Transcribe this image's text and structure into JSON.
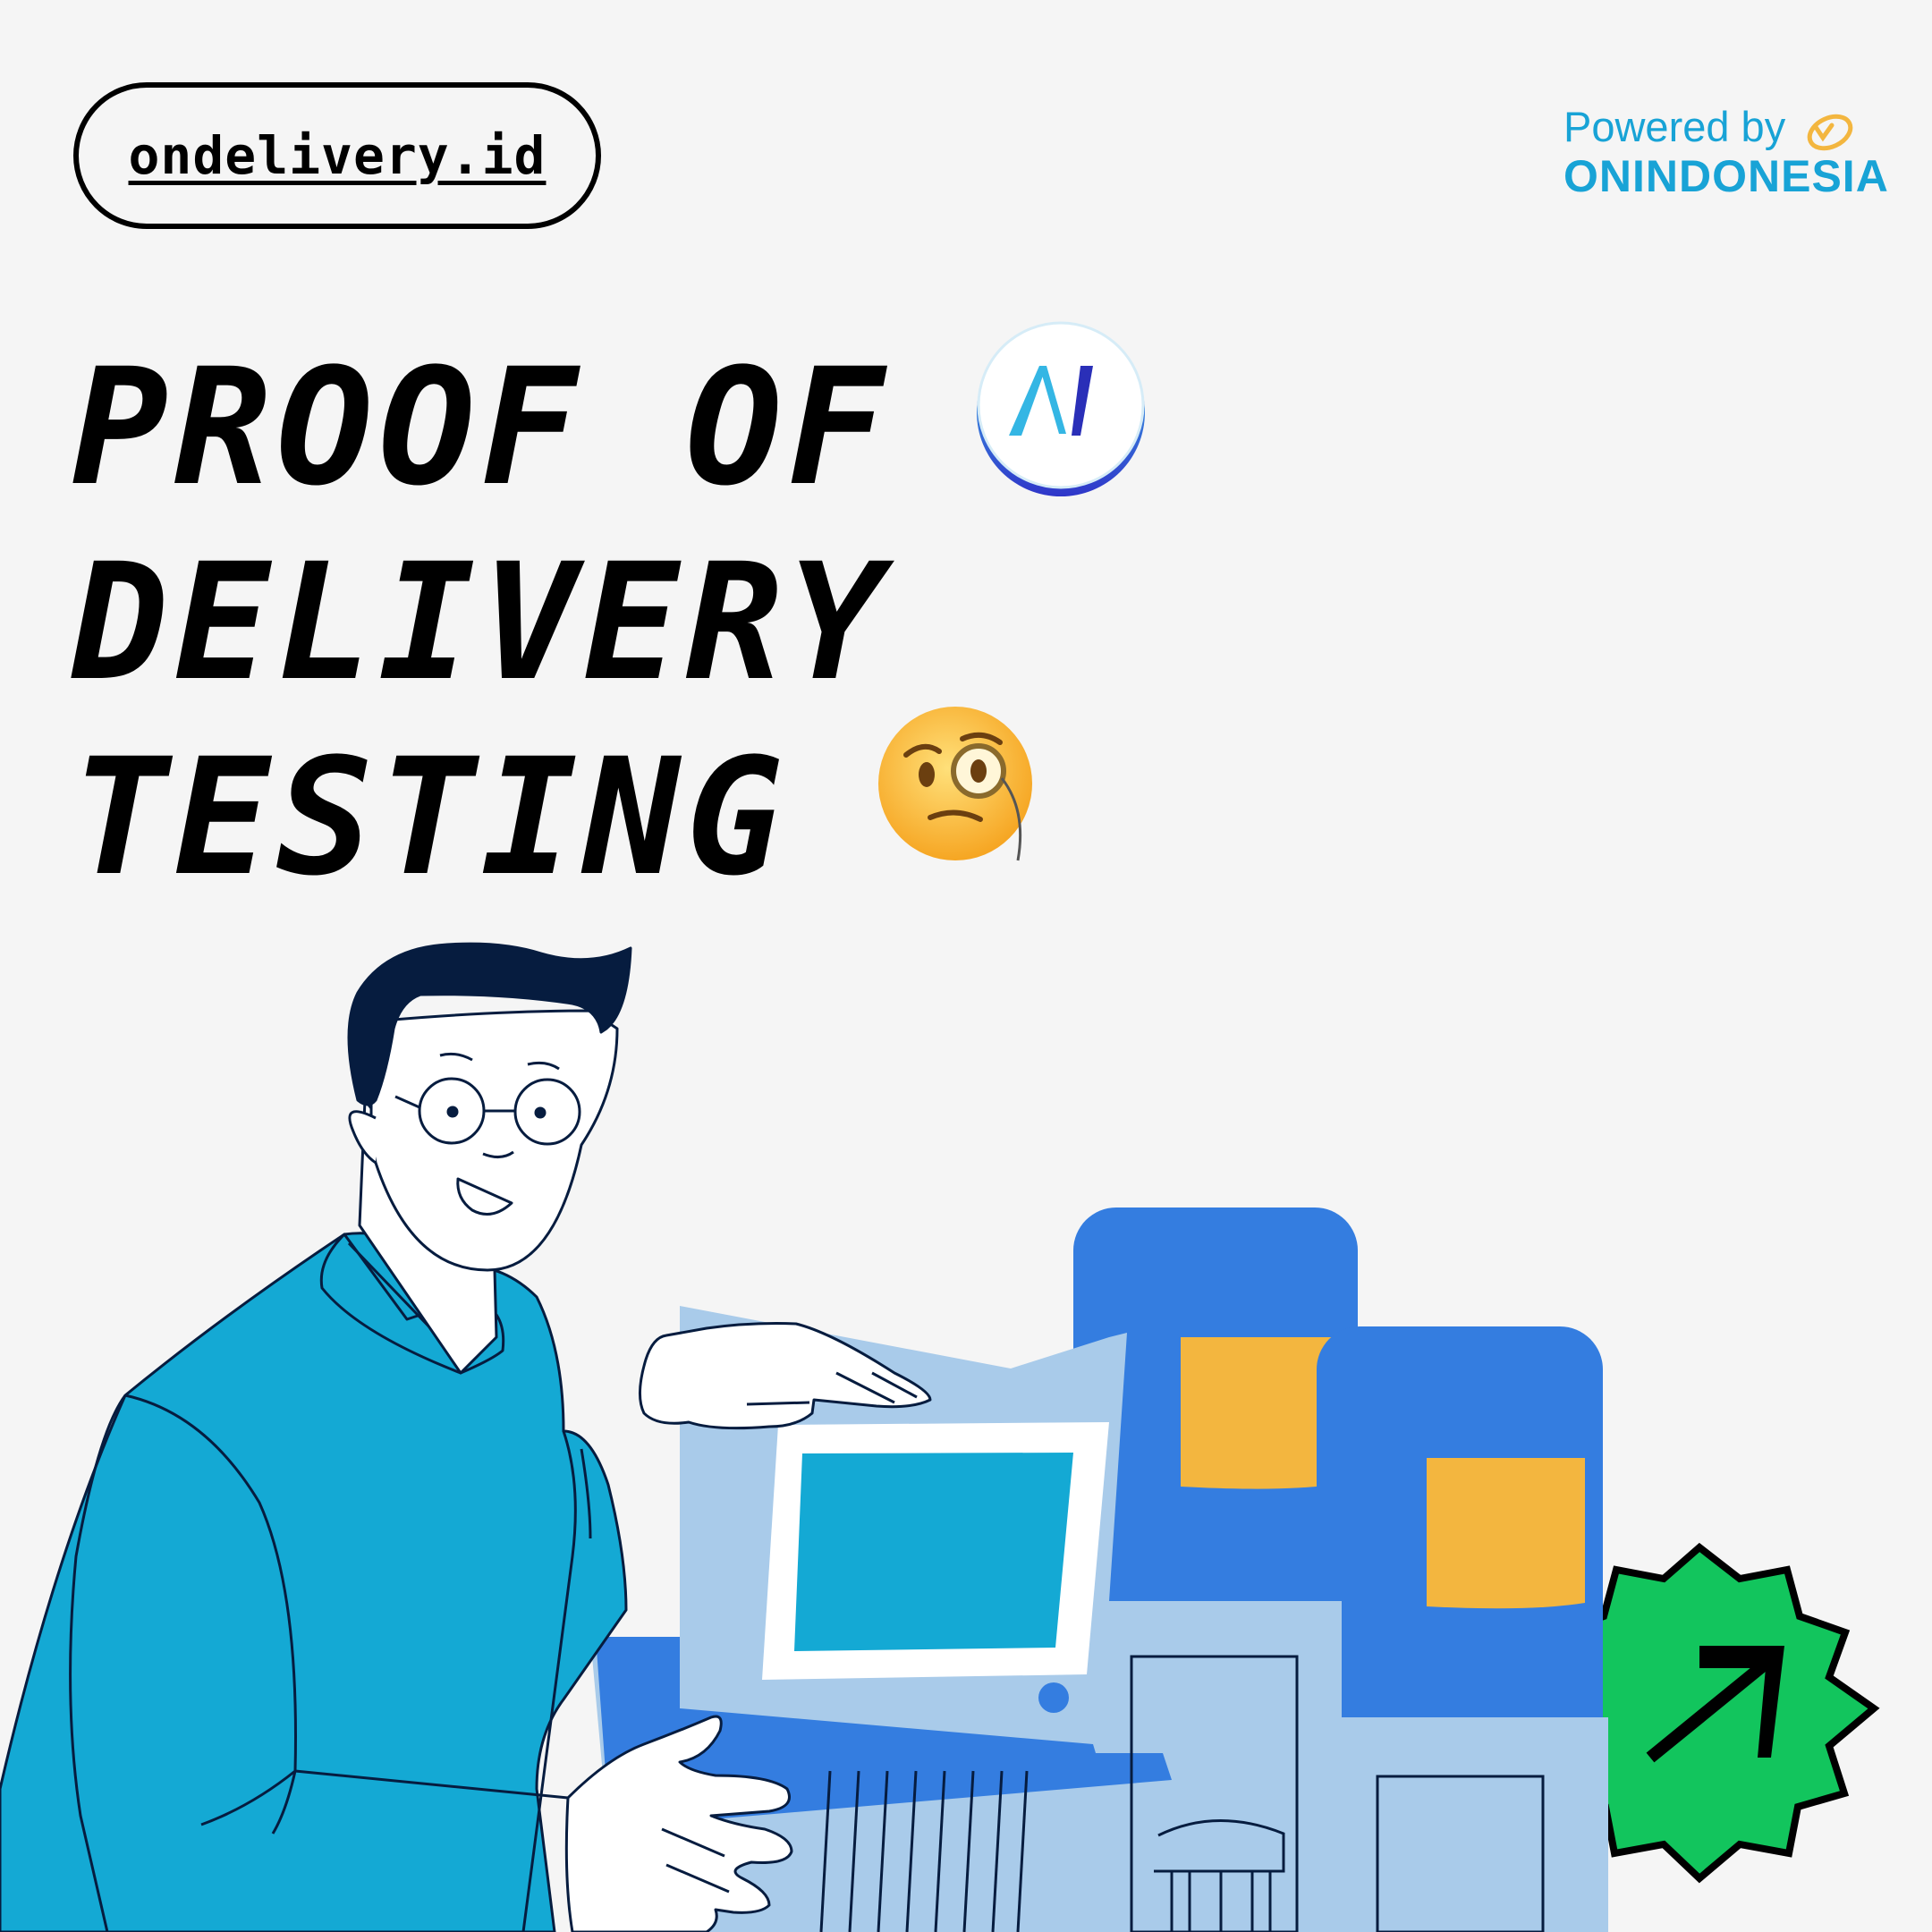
{
  "header": {
    "site_link": "ondelivery.id",
    "powered_by_label": "Powered by",
    "powered_by_brand": "ONINDONESIA"
  },
  "title": {
    "line1": "PROOF OF",
    "line2": "DELIVERY",
    "line3": "TESTING"
  },
  "icons": {
    "brand_logo": "ondelivery-logo-icon",
    "emoji": "face-with-monocle-icon",
    "badge": "arrow-up-right-icon",
    "swirl": "sparkle-swirl-icon"
  },
  "colors": {
    "background": "#f5f5f5",
    "accent_blue": "#18a3d6",
    "shirt_blue": "#14a9d4",
    "box_blue": "#347de0",
    "light_blue": "#a9cbea",
    "yellow": "#f3b63f",
    "green": "#12c55d",
    "dark_navy": "#061c3f"
  }
}
